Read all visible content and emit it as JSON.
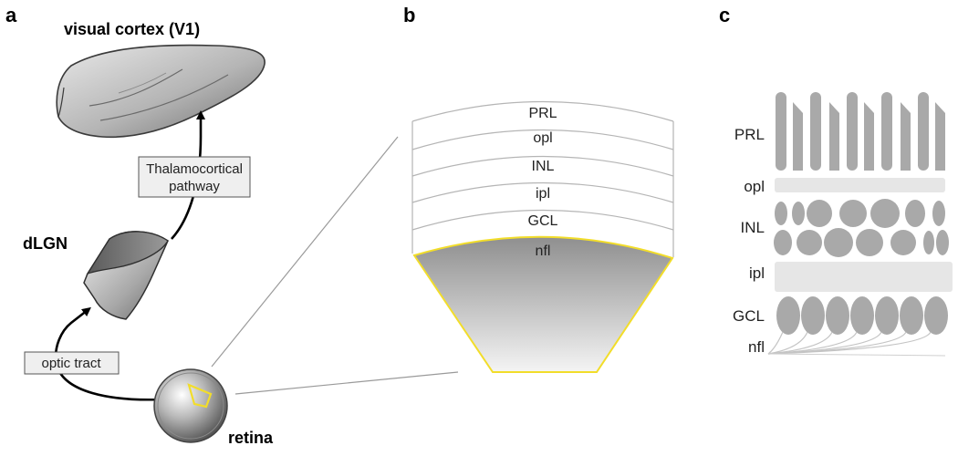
{
  "panels": {
    "a": {
      "letter": "a",
      "cortex_label": "visual cortex (V1)",
      "dlgn_label": "dLGN",
      "retina_label": "retina",
      "thalamocortical_line1": "Thalamocortical",
      "thalamocortical_line2": "pathway",
      "optic_tract_label": "optic tract"
    },
    "b": {
      "letter": "b",
      "layers": [
        "PRL",
        "opl",
        "INL",
        "ipl",
        "GCL",
        "nfl"
      ]
    },
    "c": {
      "letter": "c",
      "layers": [
        "PRL",
        "opl",
        "INL",
        "ipl",
        "GCL",
        "nfl"
      ]
    }
  },
  "colors": {
    "highlight": "#f2dd2a",
    "structure_fill": "#b0b0b0",
    "cell_fill": "#a9a9a9",
    "band_fill": "#e6e6e6",
    "layer_line": "#b5b5b5",
    "arrow": "#000000"
  }
}
